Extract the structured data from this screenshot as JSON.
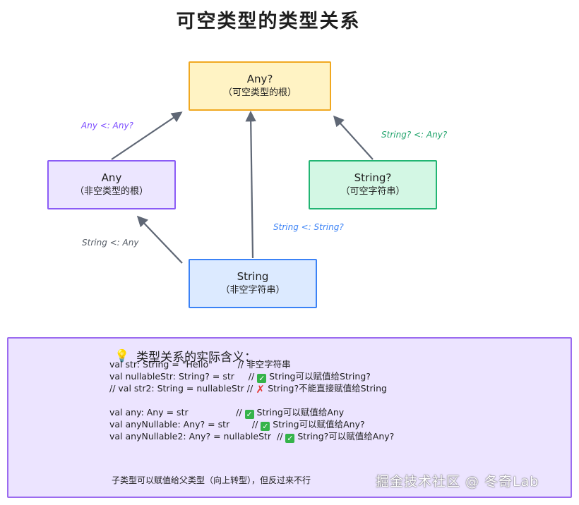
{
  "title": "可空类型的类型关系",
  "nodes": {
    "any_nullable": {
      "name": "Any?",
      "sub": "（可空类型的根）"
    },
    "any": {
      "name": "Any",
      "sub": "（非空类型的根）"
    },
    "string_nullable": {
      "name": "String?",
      "sub": "（可空字符串）"
    },
    "string": {
      "name": "String",
      "sub": "（非空字符串）"
    }
  },
  "edges": {
    "any_to_any_nullable": "Any <: Any?",
    "string_nullable_to_any_nullable": "String? <: Any?",
    "string_to_string_nullable": "String <: String?",
    "string_to_any": "String <: Any"
  },
  "colors": {
    "arrow": "#5f6775",
    "any_nullable": "#f0a820",
    "any": "#8b5cf6",
    "string_nullable": "#22b573",
    "string": "#3b82f6"
  },
  "panel": {
    "icon": "lightbulb-icon",
    "title": "类型关系的实际含义：",
    "lines": [
      {
        "pre": "val str: String = \"Hello\"         // 非空字符串",
        "mark": "",
        "post": ""
      },
      {
        "pre": "val nullableStr: String? = str     // ",
        "mark": "check",
        "post": " String可以赋值给String?"
      },
      {
        "pre": "// val str2: String = nullableStr // ",
        "mark": "cross",
        "post": " String?不能直接赋值给String"
      },
      {
        "pre": "val any: Any = str                 // ",
        "mark": "check",
        "post": " String可以赋值给Any"
      },
      {
        "pre": "val anyNullable: Any? = str        // ",
        "mark": "check",
        "post": " String可以赋值给Any?"
      },
      {
        "pre": "val anyNullable2: Any? = nullableStr  // ",
        "mark": "check",
        "post": " String?可以赋值给Any?"
      }
    ],
    "footer": "子类型可以赋值给父类型（向上转型），但反过来不行"
  },
  "watermark": "掘金技术社区 @ 冬奇Lab"
}
